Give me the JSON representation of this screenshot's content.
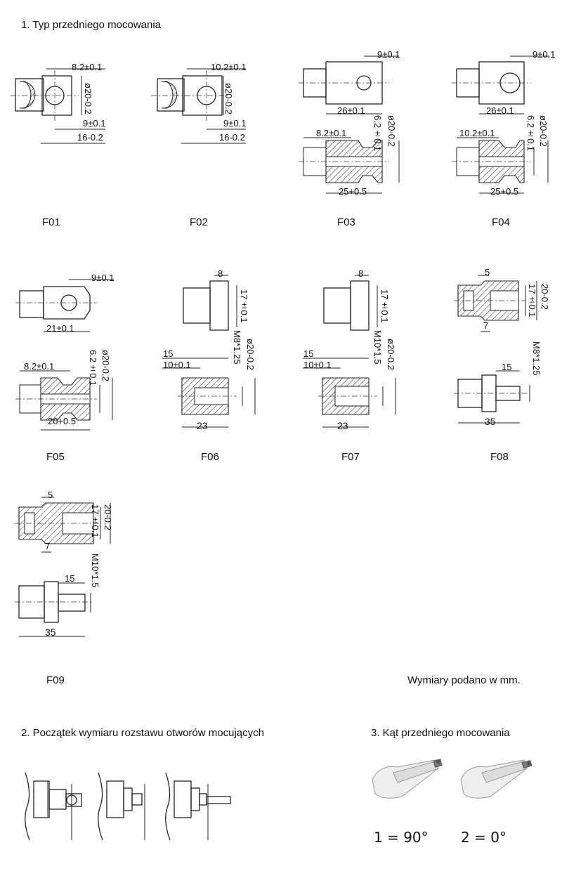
{
  "section1": {
    "title": "1. Typ przedniego mocowania"
  },
  "units_note": "Wymiary podano w mm.",
  "types": [
    {
      "code": "F01",
      "dims": [
        "8.2±0.1",
        "ø20-0.2",
        "9±0.1",
        "16-0.2"
      ]
    },
    {
      "code": "F02",
      "dims": [
        "10.2±0.1",
        "ø20-0.2",
        "9±0.1",
        "16-0.2"
      ]
    },
    {
      "code": "F03",
      "dims": [
        "9±0.1",
        "26±0.1",
        "8.2±0.1",
        "6.2±0.1",
        "ø20-0.2",
        "25+0.5"
      ]
    },
    {
      "code": "F04",
      "dims": [
        "9±0.1",
        "26±0.1",
        "10.2±0.1",
        "6.2±0.1",
        "ø20-0.2",
        "25+0.5"
      ]
    },
    {
      "code": "F05",
      "dims": [
        "9±0.1",
        "21±0.1",
        "8.2±0.1",
        "6.2±0.1",
        "ø20-0.2",
        "20+0.5"
      ]
    },
    {
      "code": "F06",
      "dims": [
        "8",
        "17±0.1",
        "15",
        "10±0.1",
        "M8*1.25",
        "ø20-0.2",
        "23"
      ]
    },
    {
      "code": "F07",
      "dims": [
        "8",
        "17±0.1",
        "15",
        "10±0.1",
        "M10*1.5",
        "ø20-0.2",
        "23"
      ]
    },
    {
      "code": "F08",
      "dims": [
        "5",
        "17±0.1",
        "20-0.2",
        "7",
        "M8*1.25",
        "15",
        "35"
      ]
    },
    {
      "code": "F09",
      "dims": [
        "5",
        "17±0.1",
        "20-0.2",
        "7",
        "M10*1.5",
        "15",
        "35"
      ]
    }
  ],
  "section2": {
    "title": "2. Początek wymiaru rozstawu otworów mocujących"
  },
  "section3": {
    "title": "3. Kąt przedniego mocowania"
  },
  "angles": [
    {
      "label": "1 = 90°"
    },
    {
      "label": "2 = 0°"
    }
  ]
}
